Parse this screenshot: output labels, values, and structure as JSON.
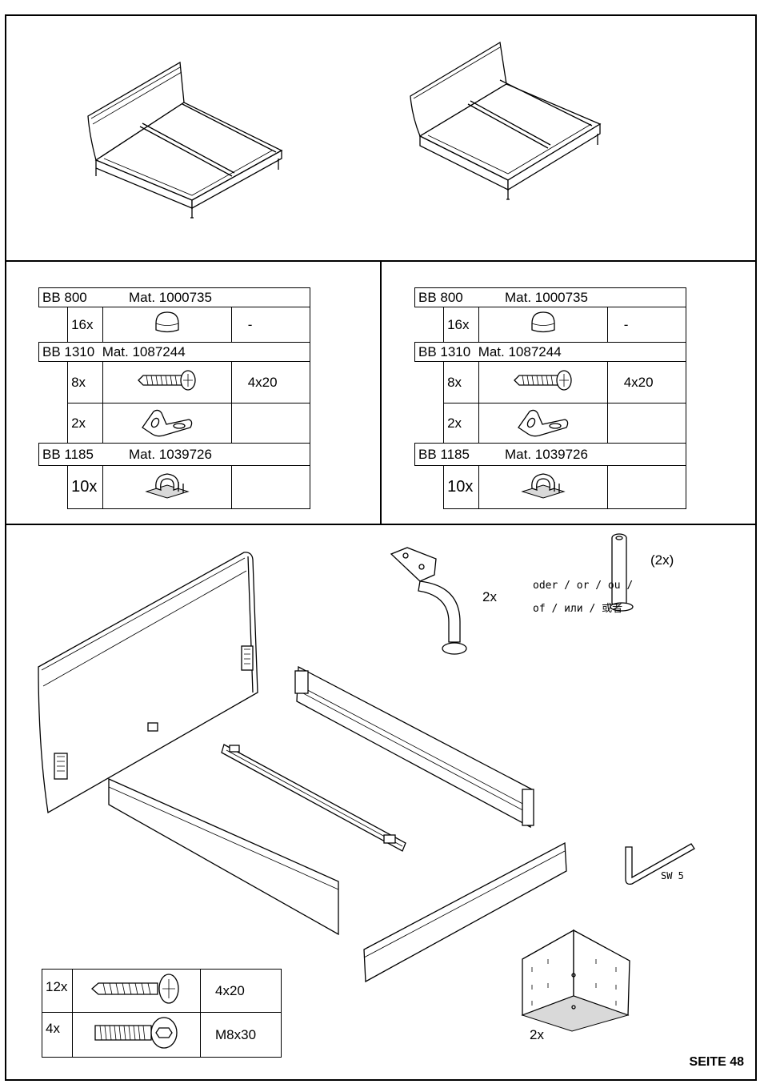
{
  "parts_tables": [
    {
      "groups": [
        {
          "code": "BB 800",
          "mat": "Mat. 1000735",
          "rows": [
            {
              "qty": "16x",
              "icon": "cap-icon",
              "size": "-"
            }
          ]
        },
        {
          "code": "BB 1310",
          "mat": "Mat. 1087244",
          "rows": [
            {
              "qty": "8x",
              "icon": "screw-icon",
              "size": "4x20"
            },
            {
              "qty": "2x",
              "icon": "angle-bracket-icon",
              "size": ""
            }
          ]
        },
        {
          "code": "BB 1185",
          "mat": "Mat. 1039726",
          "rows": [
            {
              "qty": "10x",
              "icon": "clip-icon",
              "size": ""
            }
          ]
        }
      ]
    },
    {
      "groups": [
        {
          "code": "BB 800",
          "mat": "Mat. 1000735",
          "rows": [
            {
              "qty": "16x",
              "icon": "cap-icon",
              "size": "-"
            }
          ]
        },
        {
          "code": "BB 1310",
          "mat": "Mat. 1087244",
          "rows": [
            {
              "qty": "8x",
              "icon": "screw-icon",
              "size": "4x20"
            },
            {
              "qty": "2x",
              "icon": "angle-bracket-icon",
              "size": ""
            }
          ]
        },
        {
          "code": "BB 1185",
          "mat": "Mat. 1039726",
          "rows": [
            {
              "qty": "10x",
              "icon": "clip-icon",
              "size": ""
            }
          ]
        }
      ]
    }
  ],
  "parts": {
    "leg_bent_qty": "2x",
    "leg_alt_text_1": "oder / or / ou /",
    "leg_alt_text_2": "of / или / 或者",
    "leg_straight_qty": "(2x)",
    "hex_key_label": "SW 5",
    "corner_bracket_qty": "2x"
  },
  "hardware_table": [
    {
      "qty": "12x",
      "icon": "wood-screw-icon",
      "size": "4x20"
    },
    {
      "qty": "4x",
      "icon": "hex-bolt-icon",
      "size": "M8x30"
    }
  ],
  "page_label": "SEITE 48"
}
